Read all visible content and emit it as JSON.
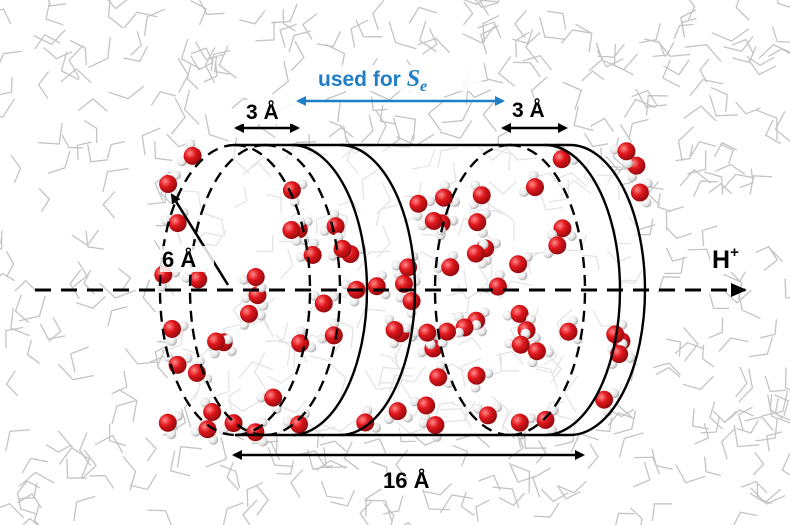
{
  "labels": {
    "used_for": "used for ",
    "s_symbol": "S",
    "s_subscript": "e",
    "width_left": "3 Å",
    "width_right": "3 Å",
    "radius": "6 Å",
    "length": "16 Å",
    "proton_base": "H",
    "proton_charge": "+"
  },
  "colors": {
    "accent_blue": "#1f7fc6",
    "oxygen": "#d8141a",
    "hydrogen": "#f2f2f2",
    "solvent_lines": "#c4c4c4",
    "outline": "#000000"
  },
  "icons": {
    "molecule": "water-molecule-icon",
    "arrow": "double-headed-arrow-icon"
  }
}
